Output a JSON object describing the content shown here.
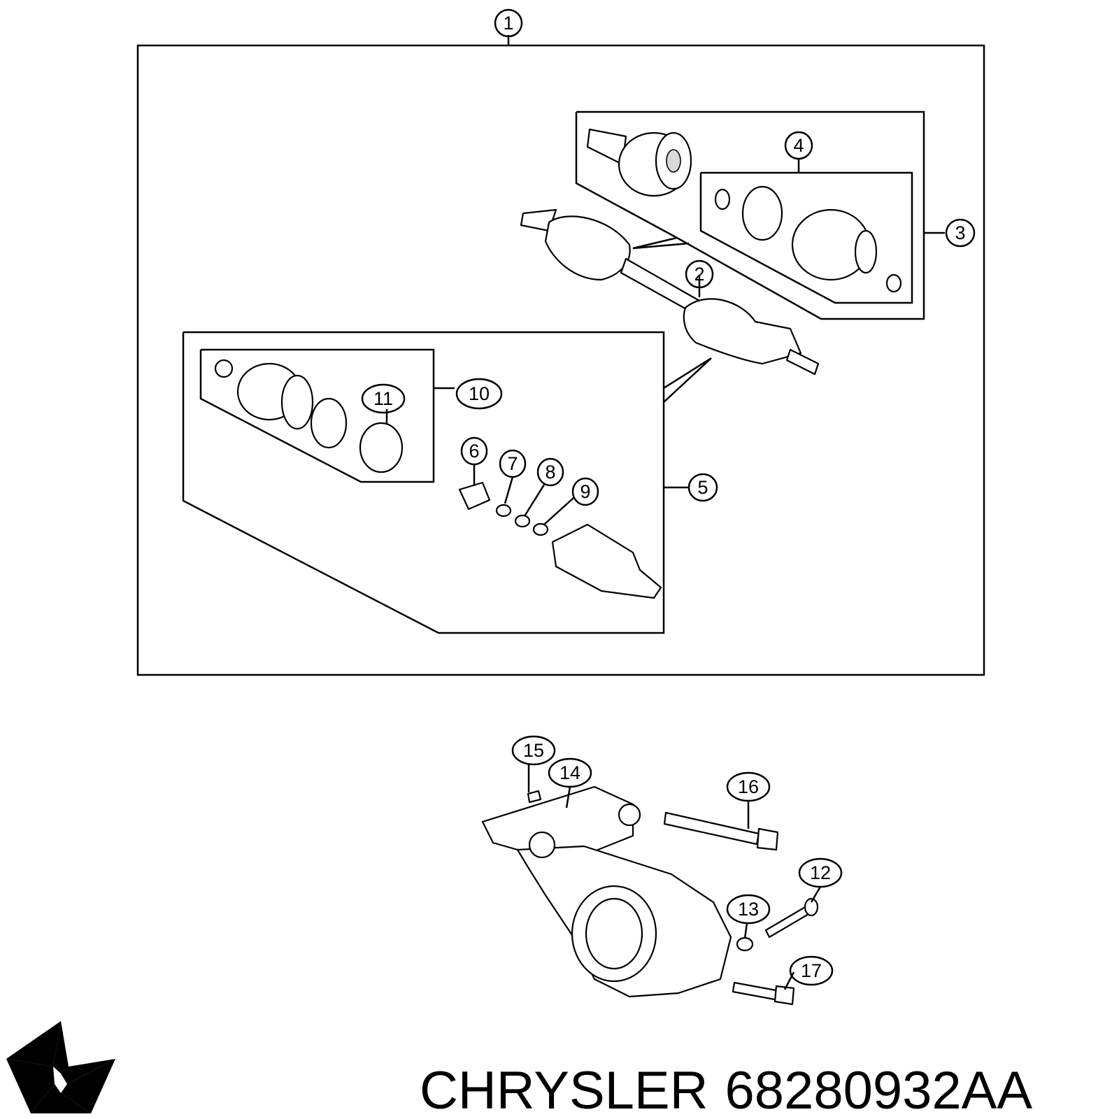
{
  "callouts": [
    "1",
    "2",
    "3",
    "4",
    "5",
    "6",
    "7",
    "8",
    "9",
    "10",
    "11",
    "12",
    "13",
    "14",
    "15",
    "16",
    "17"
  ],
  "brand": "CHRYSLER",
  "part_number": "68280932AA",
  "logo_icon": "chrysler-pentastar-logo"
}
